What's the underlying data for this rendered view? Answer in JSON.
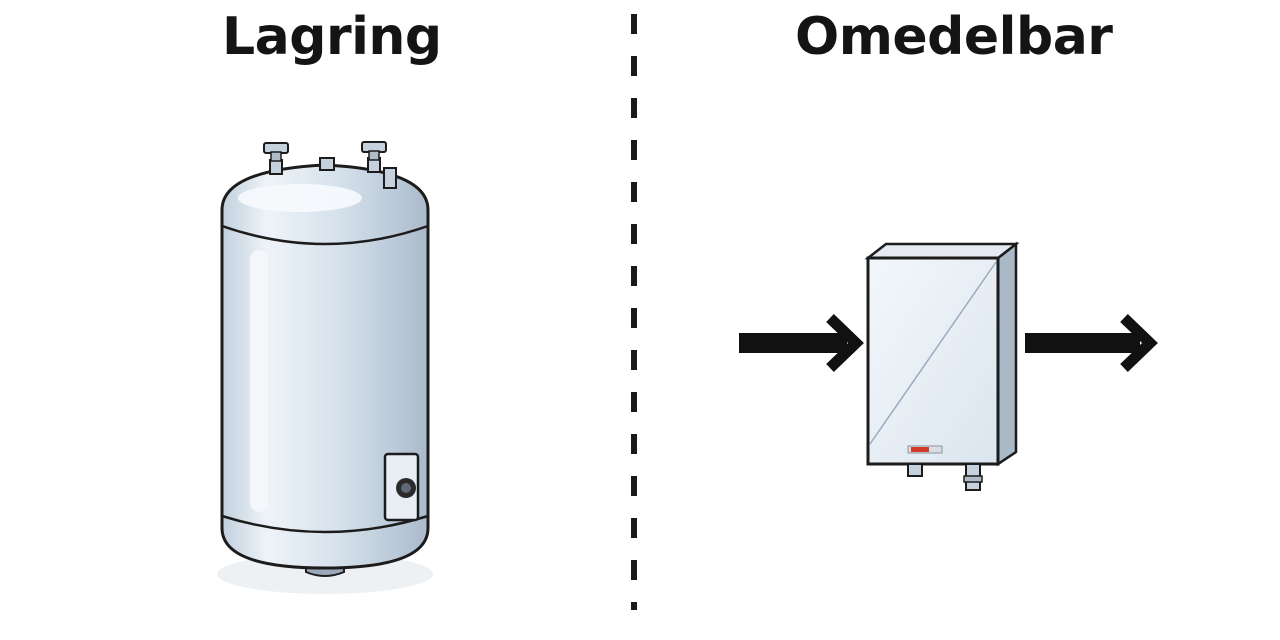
{
  "panels": {
    "left": {
      "label": "Lagring",
      "illustration": "storage-tank-water-heater"
    },
    "right": {
      "label": "Omedelbar",
      "illustration": "tankless-water-heater"
    }
  },
  "divider": {
    "style": "dashed"
  },
  "colors": {
    "tank_body": "#dce6f0",
    "tank_highlight": "#f4f8fc",
    "tank_shadow": "#b3c3d4",
    "outline": "#1c1c1c",
    "arrow": "#111111",
    "indicator": "#d23a2c"
  }
}
